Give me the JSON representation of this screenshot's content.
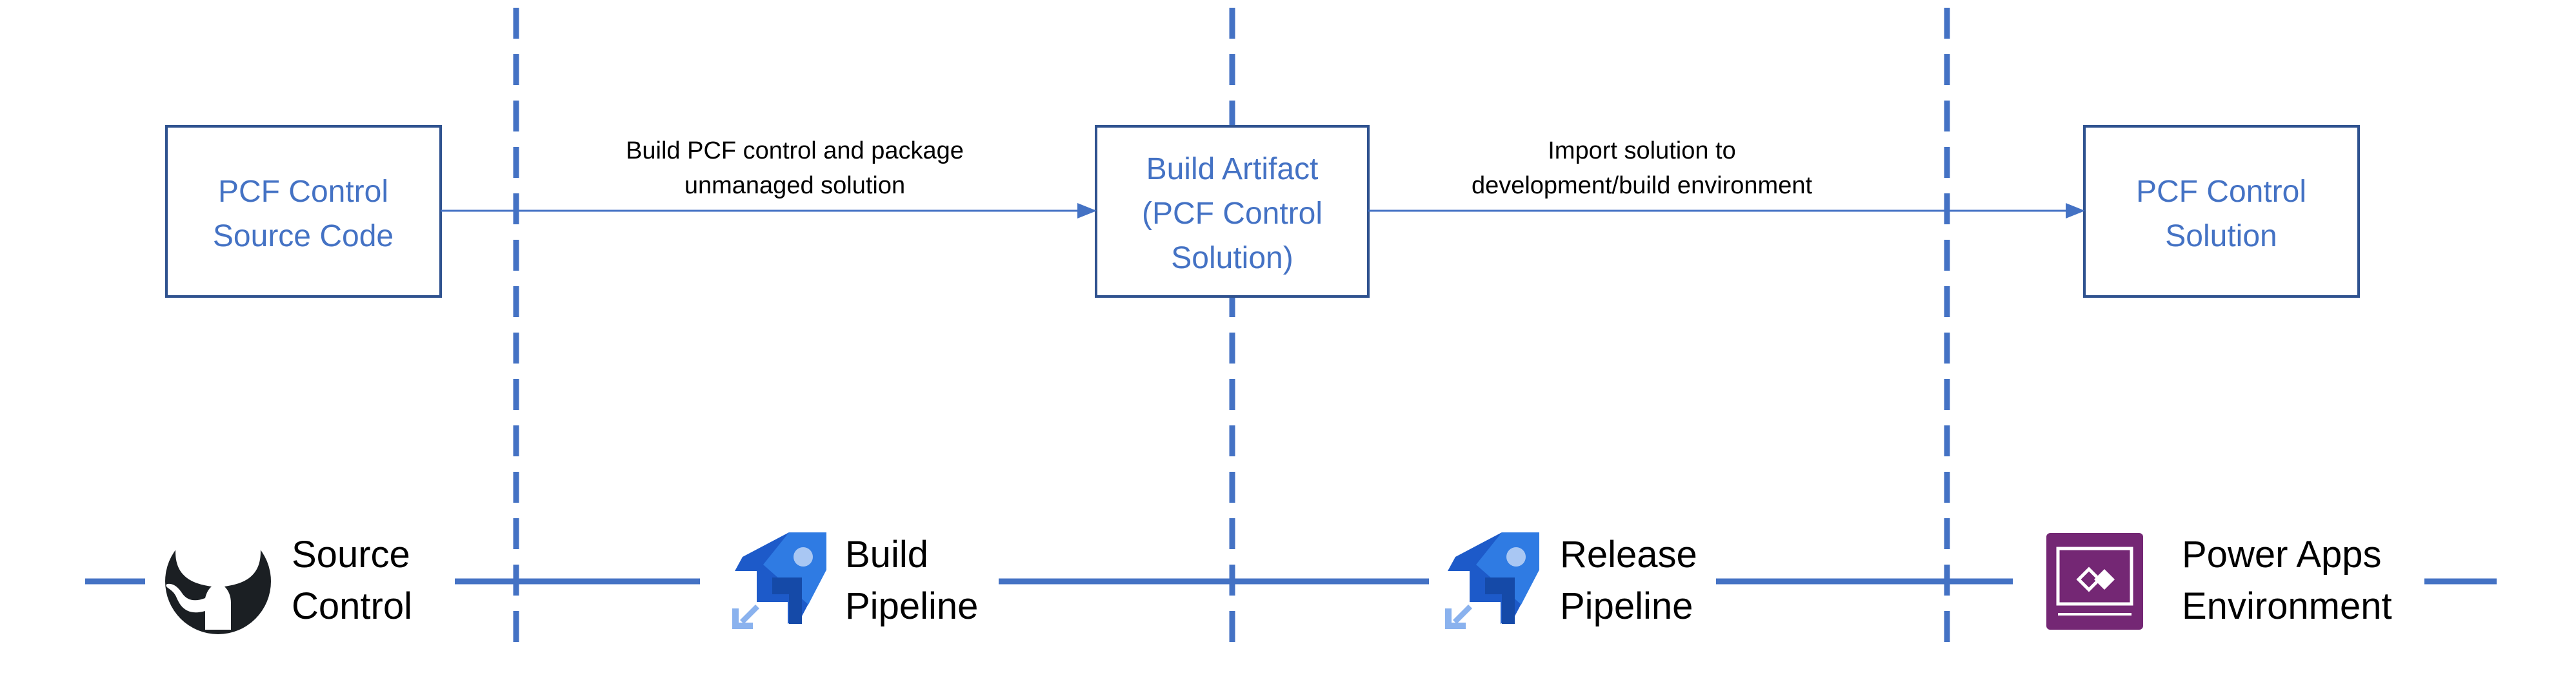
{
  "colors": {
    "accent": "#4472c4",
    "box_text": "#4472c4",
    "box_border": "#2f528f",
    "connector": "#4472c4",
    "github": "#1b1f23",
    "azure_pipelines": "#0078d4",
    "power_apps": "#742774"
  },
  "boxes": [
    {
      "line1": "PCF Control",
      "line2": "Source Code"
    },
    {
      "line1": "Build Artifact",
      "line2": "(PCF Control",
      "line3": "Solution)"
    },
    {
      "line1": "PCF Control",
      "line2": "Solution"
    }
  ],
  "arrows": [
    {
      "line1": "Build PCF control and package",
      "line2": "unmanaged solution"
    },
    {
      "line1": "Import solution to",
      "line2": "development/build environment"
    }
  ],
  "stages": [
    {
      "icon": "github-icon",
      "line1": "Source",
      "line2": "Control"
    },
    {
      "icon": "azure-pipelines-icon",
      "line1": "Build",
      "line2": "Pipeline"
    },
    {
      "icon": "azure-pipelines-icon",
      "line1": "Release",
      "line2": "Pipeline"
    },
    {
      "icon": "power-apps-icon",
      "line1": "Power Apps",
      "line2": "Environment"
    }
  ]
}
